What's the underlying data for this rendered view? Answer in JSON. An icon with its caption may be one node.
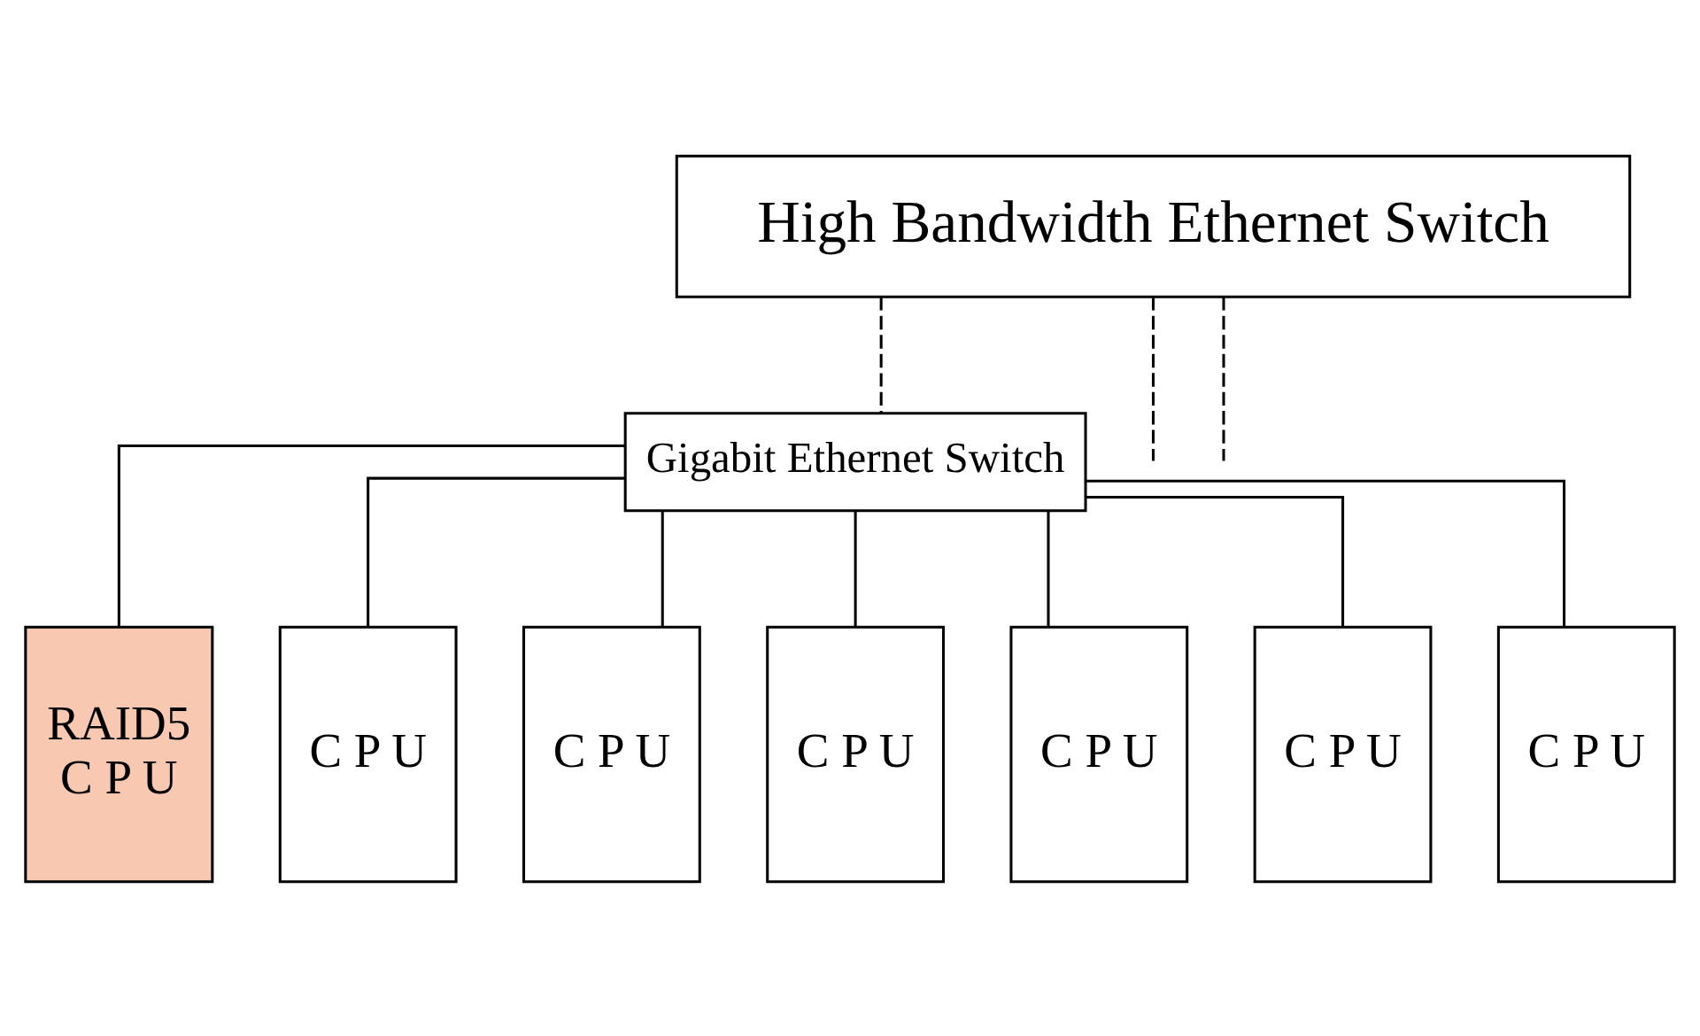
{
  "diagram": {
    "nodes": [
      {
        "text": [
          "High Bandwidth Ethernet Switch"
        ]
      },
      {
        "text": [
          "Gigabit Ethernet Switch"
        ]
      },
      {
        "text": [
          "RAID5",
          "C P U"
        ]
      },
      {
        "text": [
          "C P U"
        ]
      },
      {
        "text": [
          "C P U"
        ]
      },
      {
        "text": [
          "C P U"
        ]
      },
      {
        "text": [
          "C P U"
        ]
      },
      {
        "text": [
          "C P U"
        ]
      },
      {
        "text": [
          "C P U"
        ]
      }
    ],
    "edges": [
      {
        "from": 0,
        "to": null,
        "arrow": "none",
        "style": "dashed"
      },
      {
        "from": 0,
        "to": 1,
        "arrow": "none",
        "style": "dashed"
      },
      {
        "from": 0,
        "to": null,
        "arrow": "none",
        "style": "dashed"
      },
      {
        "from": 1,
        "to": 2,
        "arrow": "none"
      },
      {
        "from": 1,
        "to": 3,
        "arrow": "none"
      },
      {
        "from": 1,
        "to": 4,
        "arrow": "none"
      },
      {
        "from": 1,
        "to": 5,
        "arrow": "none"
      },
      {
        "from": 1,
        "to": 6,
        "arrow": "none"
      },
      {
        "from": 1,
        "to": 7,
        "arrow": "none"
      },
      {
        "from": 1,
        "to": 8,
        "arrow": "none"
      }
    ]
  }
}
